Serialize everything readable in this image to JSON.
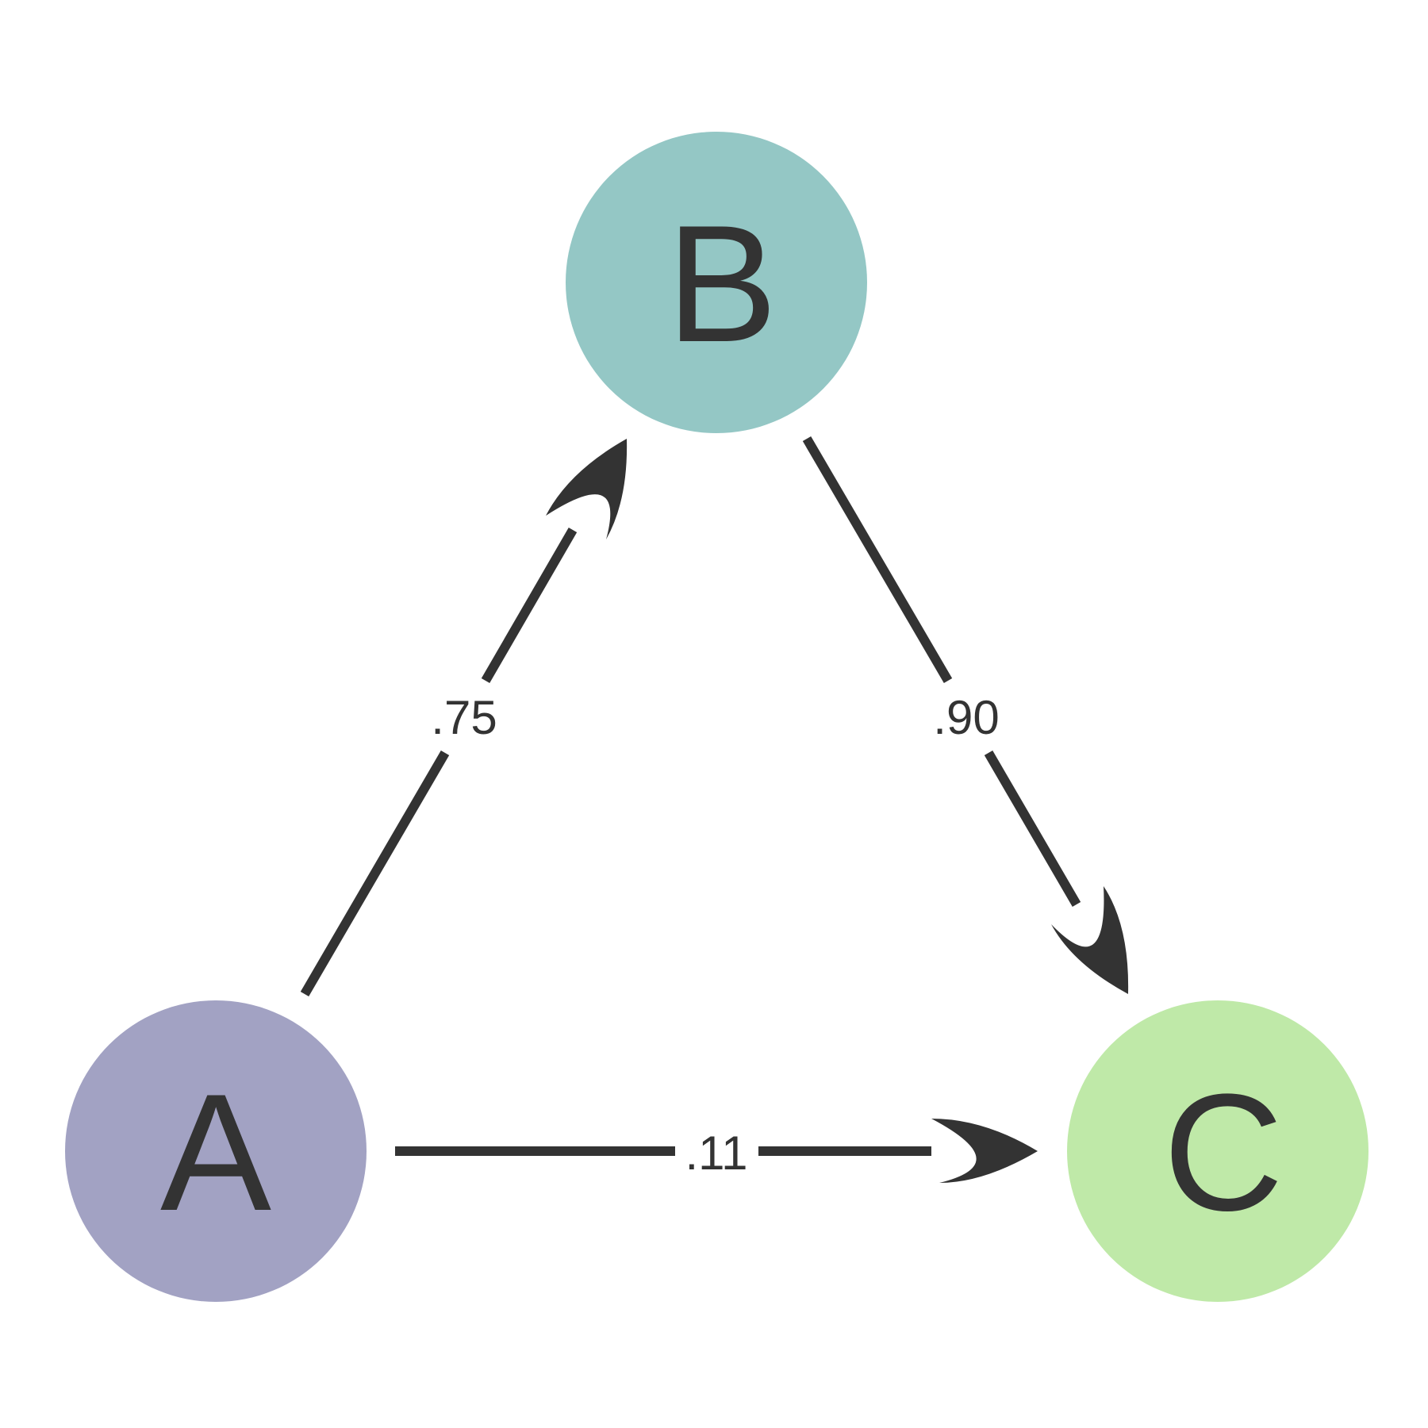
{
  "colors": {
    "ink": "#333333",
    "background": "#ffffff"
  },
  "nodes": [
    {
      "id": "A",
      "label": "A",
      "color": "#a2a2c3"
    },
    {
      "id": "B",
      "label": "B",
      "color": "#94c7c5"
    },
    {
      "id": "C",
      "label": "C",
      "color": "#bfe9a8"
    }
  ],
  "edges": [
    {
      "from": "A",
      "to": "B",
      "label": ".75"
    },
    {
      "from": "B",
      "to": "C",
      "label": ".90"
    },
    {
      "from": "A",
      "to": "C",
      "label": ".11"
    }
  ]
}
